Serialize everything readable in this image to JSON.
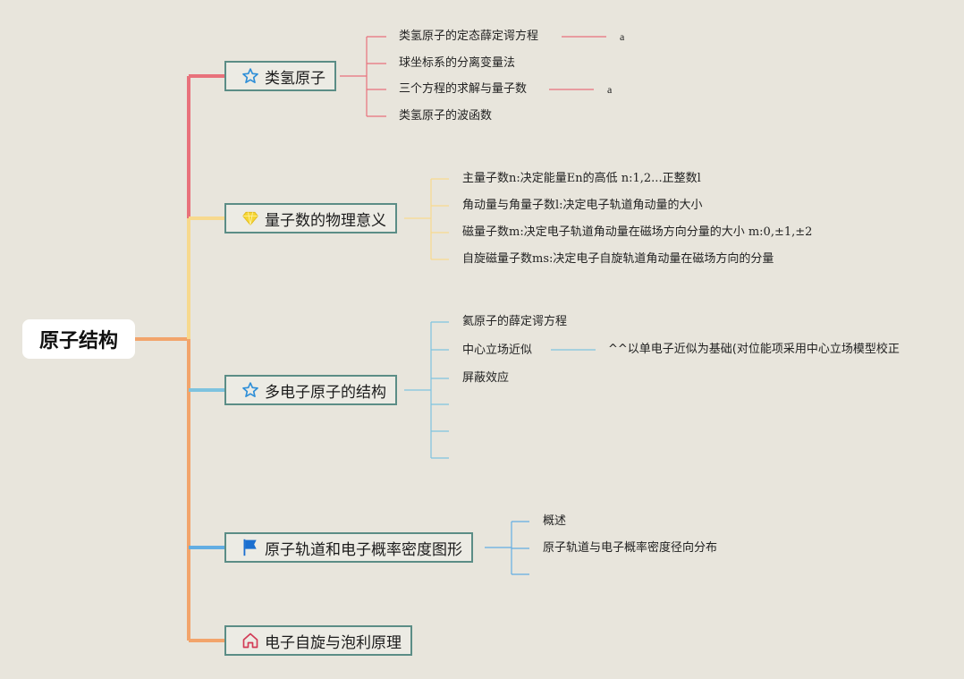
{
  "root": {
    "label": "原子结构"
  },
  "topics": [
    {
      "label": "类氢原子",
      "icon": "star-icon",
      "color": "#e8717b",
      "children": [
        {
          "label": "类氢原子的定态薛定谔方程",
          "note": "a"
        },
        {
          "label": "球坐标系的分离变量法"
        },
        {
          "label": "三个方程的求解与量子数",
          "note": "a"
        },
        {
          "label": "类氢原子的波函数"
        }
      ]
    },
    {
      "label": "量子数的物理意义",
      "icon": "diamond-icon",
      "color": "#f7d98e",
      "children": [
        {
          "label": "主量子数n:决定能量En的高低 n:1,2...正整数l"
        },
        {
          "label": "角动量与角量子数l:决定电子轨道角动量的大小"
        },
        {
          "label": "磁量子数m:决定电子轨道角动量在磁场方向分量的大小 m:0,±1,±2"
        },
        {
          "label": "自旋磁量子数ms:决定电子自旋轨道角动量在磁场方向的分量"
        }
      ]
    },
    {
      "label": "多电子原子的结构",
      "icon": "star-icon",
      "color": "#7ec3df",
      "children": [
        {
          "label": "氦原子的薛定谔方程"
        },
        {
          "label": "中心立场近似",
          "note": "^^以单电子近似为基础(对位能项采用中心立场模型校正"
        },
        {
          "label": "屏蔽效应"
        },
        {
          "label": ""
        },
        {
          "label": ""
        },
        {
          "label": ""
        }
      ]
    },
    {
      "label": "原子轨道和电子概率密度图形",
      "icon": "flag-icon",
      "color": "#62ade3",
      "children": [
        {
          "label": "概述"
        },
        {
          "label": "原子轨道与电子概率密度径向分布"
        },
        {
          "label": ""
        }
      ]
    },
    {
      "label": "电子自旋与泡利原理",
      "icon": "home-icon",
      "color": "#f2a46b",
      "children": []
    }
  ]
}
